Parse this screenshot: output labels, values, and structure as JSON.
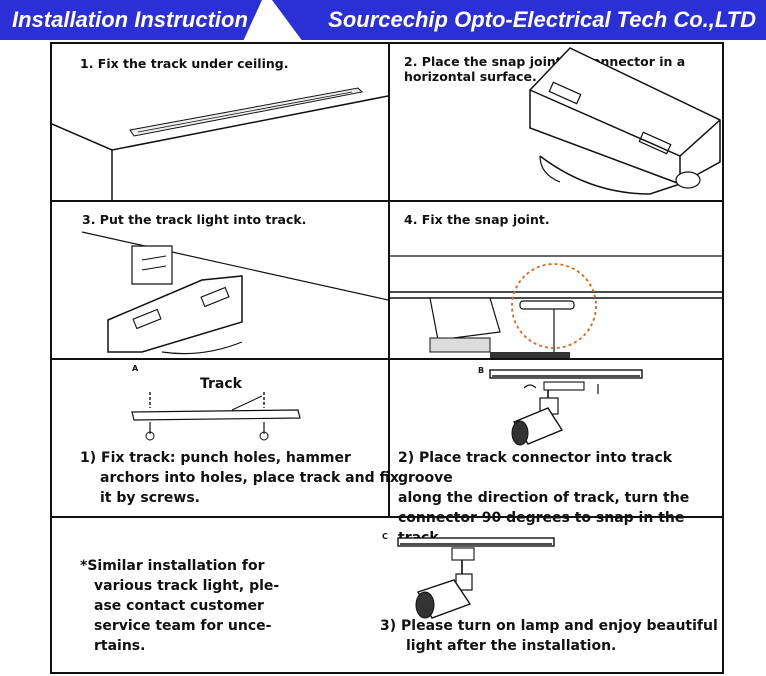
{
  "header": {
    "title": "Installation Instruction",
    "company": "Sourcechip Opto-Electrical Tech Co.,LTD",
    "color": "#2b2fd6"
  },
  "steps": {
    "s1": "1. Fix the track under ceiling.",
    "s2_line1": "2.  Place the snap joint of connector in a",
    "s2_line2": "horizontal surface.",
    "s3": "3. Put the track light into track.",
    "s4": "4. Fix the snap joint."
  },
  "diagrams": {
    "a_letter": "A",
    "b_letter": "B",
    "c_letter": "C",
    "track_label": "Track",
    "highlight_color": "#d2691e"
  },
  "instructions": {
    "fix_track": [
      "1) Fix track: punch holes, hammer",
      "archors into holes, place track and fix",
      "it by screws."
    ],
    "place_connector": [
      "2)  Place track connector into track groove",
      "along the direction of track, turn the",
      "connector 90 degrees to snap in the track."
    ],
    "note": [
      "Similar installation for",
      "various track light, ple-",
      "ase contact customer",
      "service team for unce-",
      "rtains."
    ],
    "note_mark": "*",
    "turn_on": [
      "3)  Please turn on lamp and enjoy beautiful",
      "light after the installation."
    ]
  }
}
